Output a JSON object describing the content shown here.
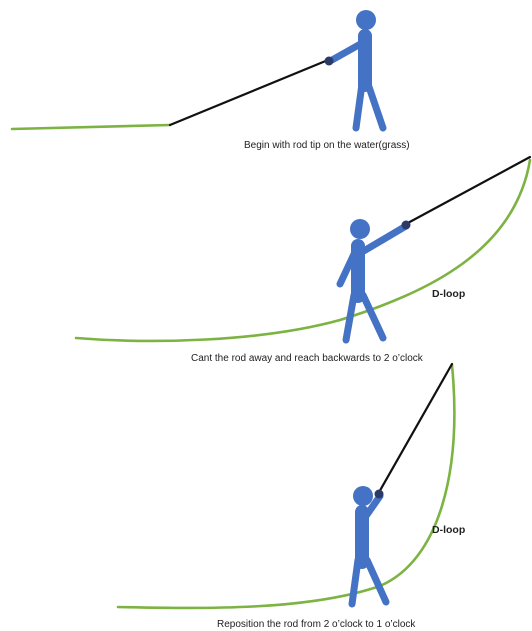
{
  "colors": {
    "line": "#7cb342",
    "rod": "#111111",
    "figure": "#4472c4",
    "hand": "#2b3a67",
    "text": "#222222"
  },
  "panels": [
    {
      "caption": "Begin with rod tip on the water(grass)"
    },
    {
      "caption": "Cant the rod away and reach backwards to 2 o’clock",
      "loop_label": "D-loop"
    },
    {
      "caption": "Reposition the rod from 2 o’clock to 1 o’clock",
      "loop_label": "D-loop"
    }
  ]
}
